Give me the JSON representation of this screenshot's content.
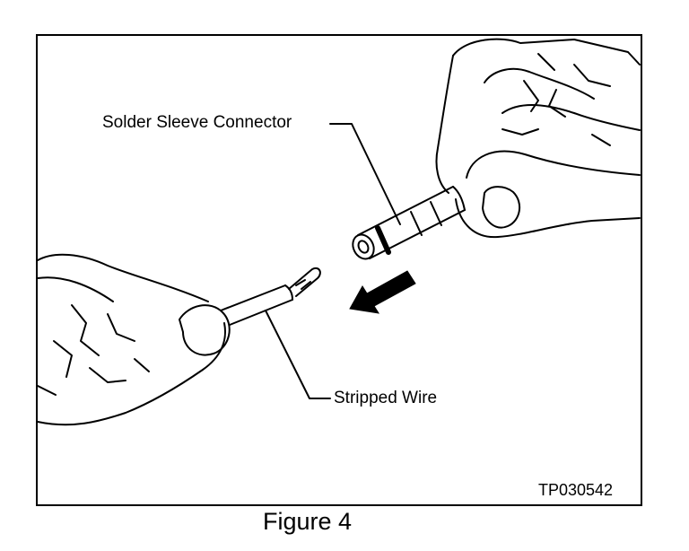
{
  "labels": {
    "connector": "Solder Sleeve Connector",
    "wire": "Stripped Wire",
    "code": "TP030542"
  },
  "caption": "Figure 4"
}
